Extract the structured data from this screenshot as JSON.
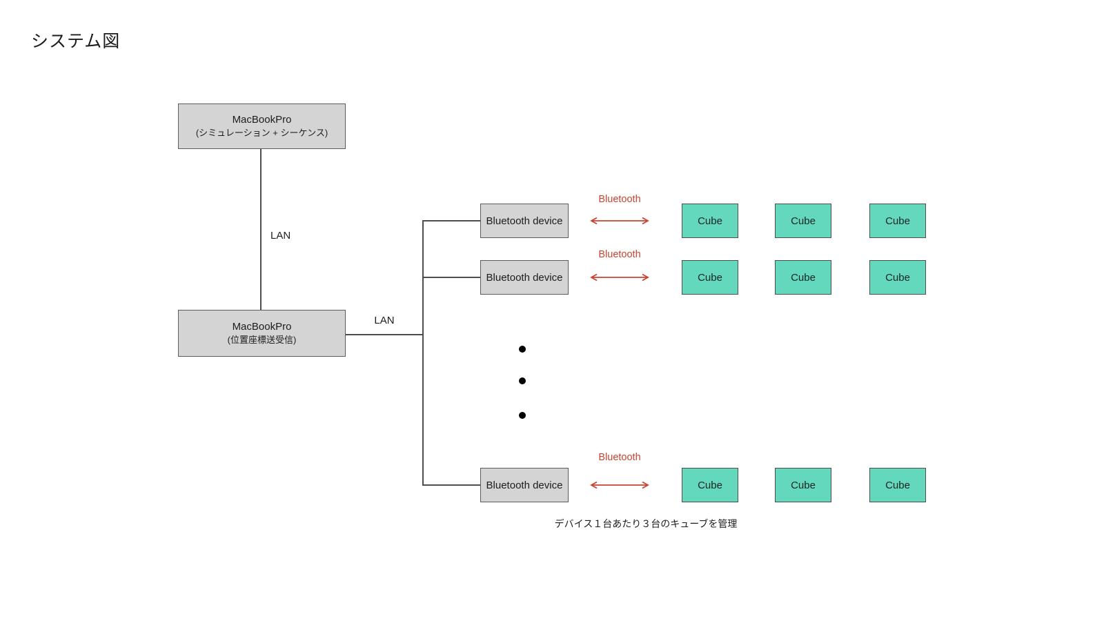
{
  "title": "システム図",
  "colors": {
    "box_gray": "#d4d4d4",
    "box_border": "#5a5a5a",
    "cube_fill": "#63d8bc",
    "cube_border": "#4d4d4d",
    "line": "#4d4d4d",
    "red": "#c9432f",
    "text": "#1c1c1c",
    "bg": "#ffffff"
  },
  "computers": {
    "top": {
      "name": "MacBookPro",
      "role": "(シミュレーション + シーケンス)"
    },
    "bottom": {
      "name": "MacBookPro",
      "role": "(位置座標送受信)"
    }
  },
  "links": {
    "lan_vertical": "LAN",
    "lan_horizontal": "LAN"
  },
  "rows": [
    {
      "device": "Bluetooth device",
      "link": "Bluetooth",
      "cubes": [
        "Cube",
        "Cube",
        "Cube"
      ]
    },
    {
      "device": "Bluetooth device",
      "link": "Bluetooth",
      "cubes": [
        "Cube",
        "Cube",
        "Cube"
      ]
    },
    {
      "device": "Bluetooth device",
      "link": "Bluetooth",
      "cubes": [
        "Cube",
        "Cube",
        "Cube"
      ]
    }
  ],
  "caption": "デバイス１台あたり３台のキューブを管理"
}
